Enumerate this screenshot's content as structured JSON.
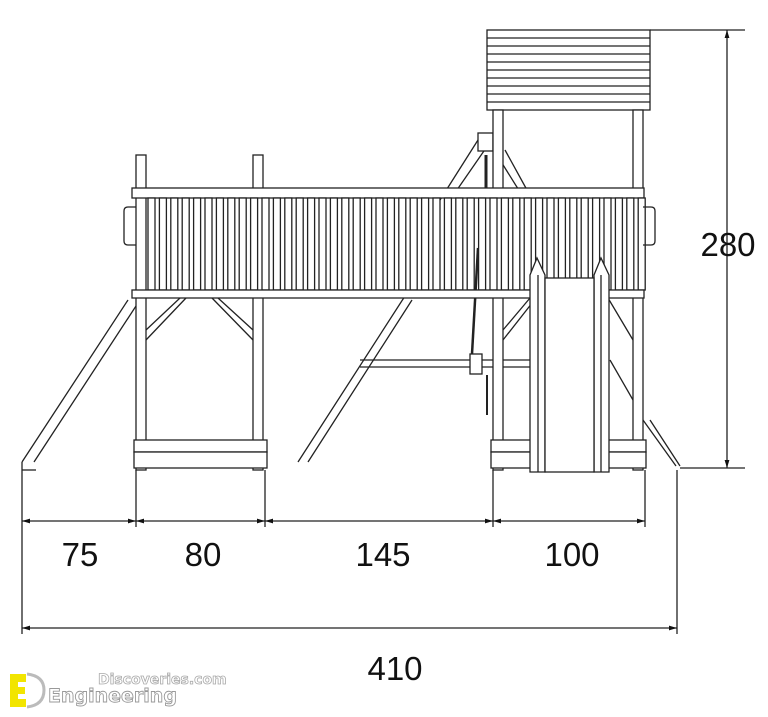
{
  "dimensions": {
    "segments": [
      "75",
      "80",
      "145",
      "100"
    ],
    "total_width": "410",
    "height": "280"
  },
  "logo": {
    "line1": "Discoveries.com",
    "line2": "Engineering",
    "accent": "#f2e500"
  }
}
